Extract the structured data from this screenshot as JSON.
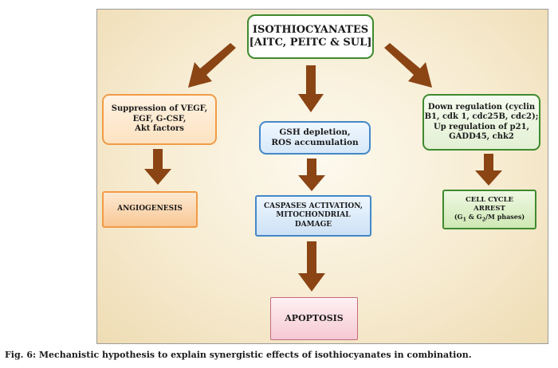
{
  "diagram": {
    "root": {
      "line1": "ISOTHIOCYANATES",
      "line2": "[AITC, PEITC & SUL]"
    },
    "vegf": {
      "line1": "Suppression of  VEGF,",
      "line2": "EGF, G-CSF,",
      "line3": "Akt factors"
    },
    "gsh": {
      "line1": "GSH depletion,",
      "line2": "ROS accumulation"
    },
    "cyclin": {
      "line1": "Down regulation (cyclin",
      "line2": "B1, cdk 1, cdc25B, cdc2);",
      "line3": "Up regulation of p21,",
      "line4": "GADD45, chk2"
    },
    "angiogenesis": "ANGIOGENESIS",
    "caspases": {
      "line1": "CASPASES ACTIVATION,",
      "line2": "MITOCHONDRIAL",
      "line3": "DAMAGE"
    },
    "cell_cycle": {
      "line1": "CELL CYCLE",
      "line2": "ARREST",
      "line3_a": "(G",
      "line3_sub1": "1",
      "line3_b": " & G",
      "line3_sub2": "2",
      "line3_c": "/M phases)"
    },
    "apoptosis": "APOPTOSIS",
    "colors": {
      "arrow": "#8b4414",
      "green_border": "#3f8a2d",
      "orange_border": "#f19b46",
      "blue_border": "#4488c7",
      "pink_border": "#c36b7c"
    }
  },
  "caption": {
    "lead": "Fig. 6: Mechanistic hypothesis to explain synergistic effects of isothiocyanates in combination."
  }
}
